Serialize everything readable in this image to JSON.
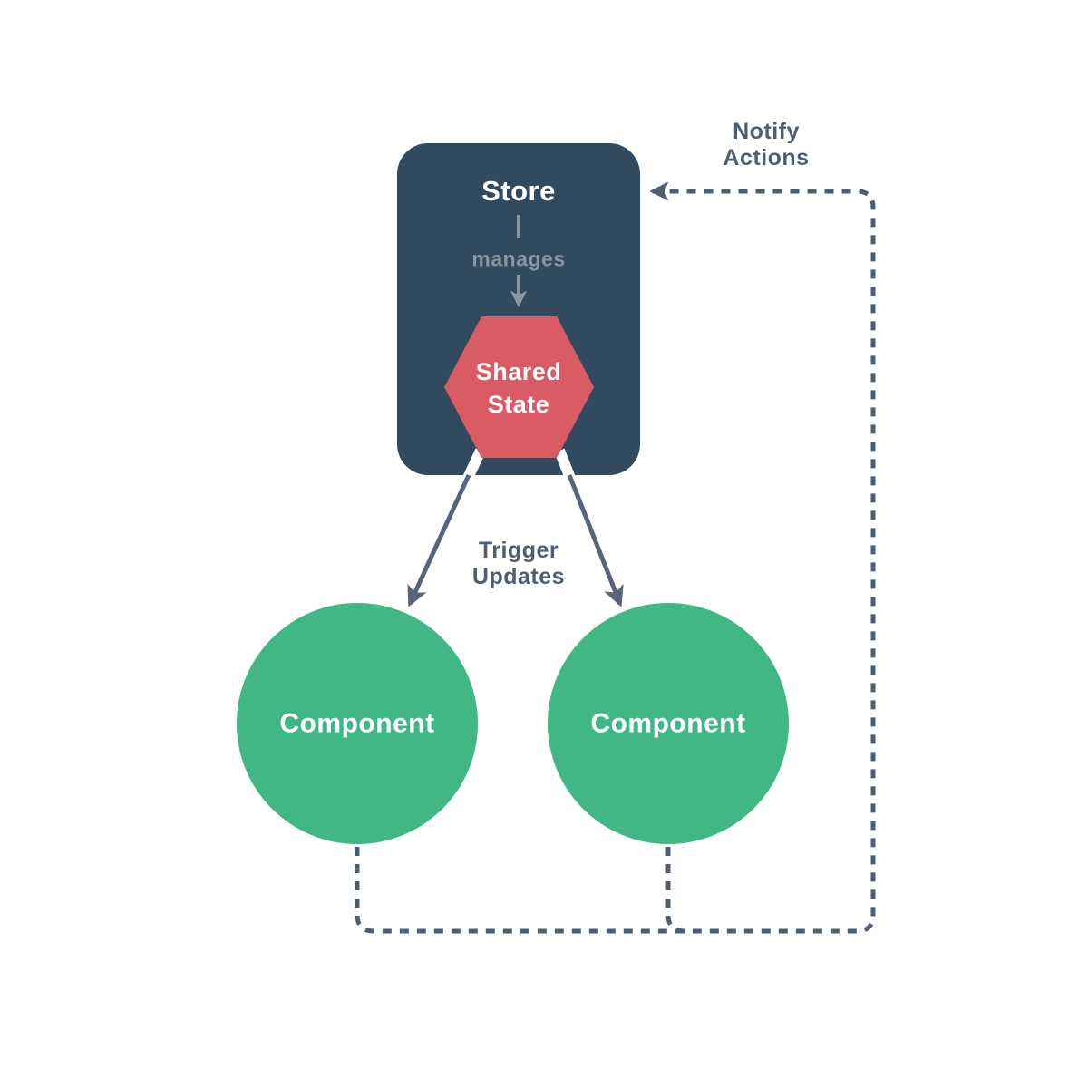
{
  "store": {
    "label": "Store",
    "manages": "manages"
  },
  "shared_state": {
    "line1": "Shared",
    "line2": "State"
  },
  "components": {
    "left": "Component",
    "right": "Component"
  },
  "edge_labels": {
    "trigger": {
      "line1": "Trigger",
      "line2": "Updates"
    },
    "notify": {
      "line1": "Notify",
      "line2": "Actions"
    }
  },
  "colors": {
    "background": "#ffffff",
    "store_bg": "#324a5e",
    "state_bg": "#d95b64",
    "component_bg": "#41b883",
    "muted_gray": "#8b94a2",
    "slate_text": "#4e5d6f",
    "arrow_slate": "#56657a",
    "node_text": "#ffffff"
  }
}
